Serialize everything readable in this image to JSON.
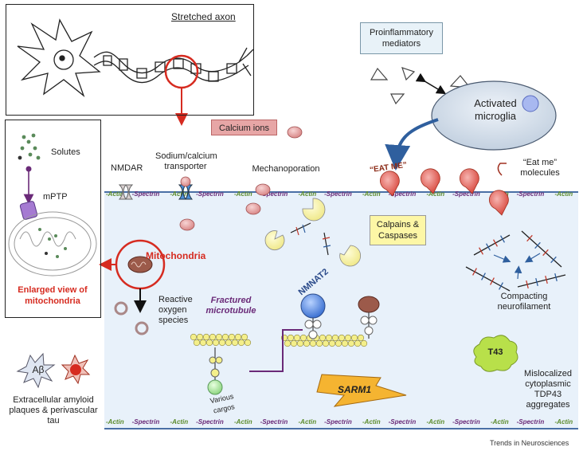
{
  "labels": {
    "stretched_axon": "Stretched axon",
    "proinflammatory": "Proinflammatory mediators",
    "activated_microglia": "Activated microglia",
    "calcium_ions": "Calcium ions",
    "solutes": "Solutes",
    "mptp": "mPTP",
    "nmdar": "NMDAR",
    "sodium_calcium": "Sodium/calcium transporter",
    "mechanoporation": "Mechanoporation",
    "eat_me_tag": "“EAT ME”",
    "eat_me_molecules": "“Eat me” molecules",
    "calpains": "Calpains & Caspases",
    "mitochondria": "Mitochondria",
    "enlarged_view": "Enlarged view of mitochondria",
    "reactive_oxygen": "Reactive oxygen species",
    "compacting": "Compacting neurofilament",
    "nmnat2": "NMNAT2",
    "fractured_microtubule": "Fractured microtubule",
    "various_cargos": "Various cargos",
    "sarm1": "SARM1",
    "t43": "T43",
    "tdp43": "Mislocalized cytoplasmic TDP43 aggregates",
    "abeta": "Aβ",
    "extracellular": "Extracellular amyloid plaques & perivascular tau",
    "credit": "Trends in Neurosciences"
  },
  "membrane_words": [
    "Actin",
    "Spectrin"
  ],
  "colors": {
    "red_accent": "#d62b20",
    "membrane_blue": "#4a6fa5",
    "cell_interior": "#e8f1fa",
    "microglia_fill": "#cfdcea",
    "calcium_pink": "#e6a3a3",
    "cargo_yellow": "#f4ef8a",
    "nmnat2_blue": "#5b8ee0",
    "sarm1_orange": "#f5b431",
    "t43_green": "#b8e04a",
    "mito_brown": "#9c5a4a",
    "purple": "#6a2a78"
  }
}
